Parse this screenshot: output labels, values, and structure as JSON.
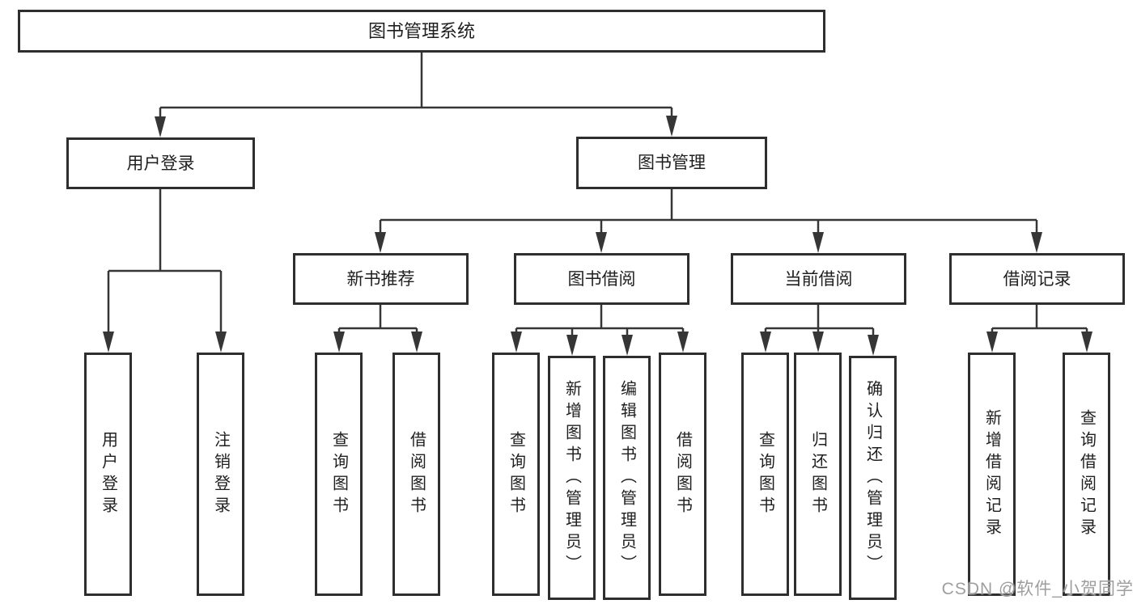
{
  "diagram": {
    "root": {
      "label": "图书管理系统"
    },
    "level2": [
      {
        "id": "user-login",
        "label": "用户登录"
      },
      {
        "id": "book-management",
        "label": "图书管理"
      }
    ],
    "level3": [
      {
        "id": "new-book-recommend",
        "label": "新书推荐"
      },
      {
        "id": "book-borrow",
        "label": "图书借阅"
      },
      {
        "id": "current-borrow",
        "label": "当前借阅"
      },
      {
        "id": "borrow-record",
        "label": "借阅记录"
      }
    ],
    "leaves": {
      "user_login": [
        {
          "label": "用户登录"
        },
        {
          "label": "注销登录"
        }
      ],
      "new_book_recommend": [
        {
          "label": "查询图书"
        },
        {
          "label": "借阅图书"
        }
      ],
      "book_borrow": [
        {
          "label": "查询图书"
        },
        {
          "label": "新增图书（管理员）"
        },
        {
          "label": "编辑图书（管理员）"
        },
        {
          "label": "借阅图书"
        }
      ],
      "current_borrow": [
        {
          "label": "查询图书"
        },
        {
          "label": "归还图书"
        },
        {
          "label": "确认归还（管理员）"
        }
      ],
      "borrow_record": [
        {
          "label": "新增借阅记录"
        },
        {
          "label": "查询借阅记录"
        }
      ]
    },
    "colors": {
      "box_border": "#2e2e2e",
      "connector_line": "#363636",
      "text": "#1f1f1f",
      "watermark": "#9e9e9e"
    },
    "watermark": "CSDN @软件_小贺同学"
  }
}
